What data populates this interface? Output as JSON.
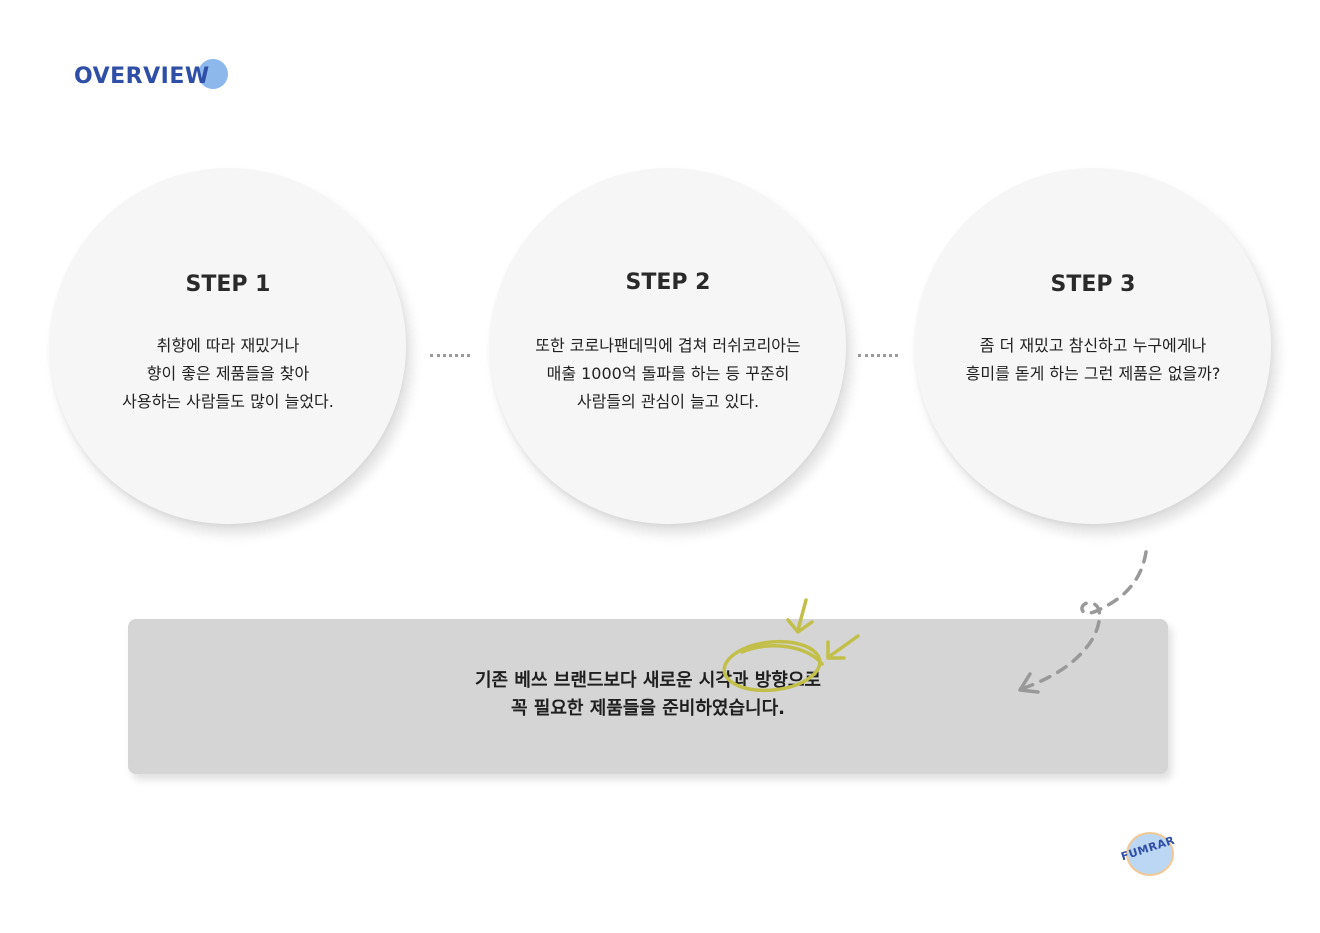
{
  "header": {
    "title": "OVERVIEW"
  },
  "steps": [
    {
      "title": "STEP 1",
      "body": "취향에 따라 재밌거나\n향이 좋은 제품들을 찾아\n사용하는 사람들도 많이 늘었다."
    },
    {
      "title": "STEP 2",
      "body": "또한 코로나팬데믹에 겹쳐 러쉬코리아는\n매출 1000억 돌파를 하는 등 꾸준히\n사람들의 관심이 늘고 있다."
    },
    {
      "title": "STEP 3",
      "body": "좀 더 재밌고 참신하고 누구에게나\n흥미를 돋게 하는 그런 제품은 없을까?"
    }
  ],
  "summary": {
    "text": "기존 베쓰 브랜드보다 새로운 시각과 방향으로\n꼭 필요한 제품들을 준비하였습니다."
  },
  "logo": {
    "text": "FUMRAR"
  },
  "colors": {
    "accent_blue": "#2f4fa6",
    "highlight_dot": "#7fb0ea",
    "doodle": "#c2c04a",
    "arrow": "#999999",
    "circle_bg": "#f6f6f6",
    "box_bg": "#d5d5d5"
  },
  "icons": {
    "header_dot": "dot-icon",
    "highlight": "circle-doodle-icon",
    "pointer_arrows": "arrow-doodle-icon",
    "flow_arrow": "dashed-curved-arrow-icon",
    "brand": "brand-logo-icon"
  }
}
